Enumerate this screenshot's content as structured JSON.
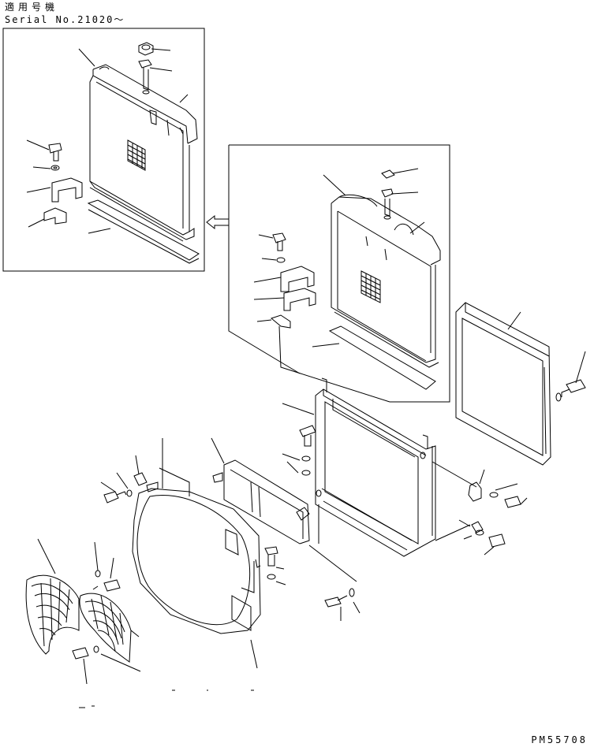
{
  "header": {
    "applicable_models": "適用号機",
    "serial": "Serial No.21020～"
  },
  "footer": {
    "drawing_code": "PM55708"
  },
  "icons": {
    "arrow": "left-arrow-icon"
  }
}
